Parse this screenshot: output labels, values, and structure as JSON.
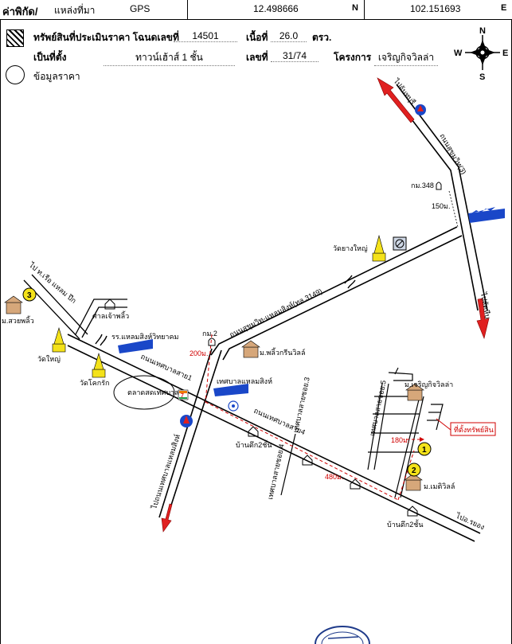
{
  "header": {
    "coord_label": "ค่าพิกัด/",
    "source_label": "แหล่งที่มา",
    "source_value": "GPS",
    "lat_value": "12.498666",
    "lat_dir": "N",
    "lon_value": "102.151693",
    "lon_dir": "E"
  },
  "property": {
    "deed_label": "ทรัพย์สินที่ประเมินราคา โฉนดเลขที่",
    "deed_no": "14501",
    "area_label": "เนื้อที่",
    "area_value": "26.0",
    "area_unit": "ตรว.",
    "type_label": "เป็นที่ตั้ง",
    "type_value": "ทาวน์เฮ้าส์ 1 ชั้น",
    "no_label": "เลขที่",
    "no_value": "31/74",
    "project_label": "โครงการ",
    "project_value": "เจริญกิจวิลล่า",
    "price_info_label": "ข้อมูลราคา"
  },
  "compass": {
    "n": "N",
    "e": "E",
    "s": "S",
    "w": "W"
  },
  "map": {
    "labels": {
      "to_chanthaburi": "ไปจันทบุรี",
      "sukhumvit3": "ถนนสุขุมวิท(3)",
      "km348": "กม.348",
      "d150": "150ม.",
      "to_sattahip": "ไปสัตหีบ",
      "wat_yang_yai": "วัดยางใหญ่",
      "road3149": "ถนนสุขุมวิท-แหลมสิงห์(ทล.3149)",
      "to_laem_sing_pier": "ไป ท.เรือ แหลม ปึก",
      "m_suay_phlio": "ม.สวยพลิ้ว",
      "sala_chao_phlio": "ศาลเจ้าพลิ้ว",
      "wat_yai": "วัดใหญ่",
      "school": "รร.แหลมสิงห์วิทยาคม",
      "km2": "กม.2",
      "d200": "200ม.",
      "m_phlio_green": "ม.พลิ้วกรีนวิลล์",
      "thetsaban1": "ถนนเทศบาลสาย1",
      "wat_khok_rak": "วัดโคกรัก",
      "market": "ตลาดสดเทศบาล",
      "municipality": "เทศบาลแหลมสิงห์",
      "m_charoenkit": "ม.เจริญกิจวิลล่า",
      "thetsaban4": "ถนนเทศบาลสาย4",
      "alley3": "เทศบาลสายซอย.3",
      "alley5": "เทศบาลสายซอย.5",
      "property_tag": "ที่ตั้งทรัพย์สิน",
      "d180": "180ม.",
      "house2_a": "บ้านตึก2ชั้น",
      "alley4": "เทศบาลสายซอย.4",
      "d480": "480ม.",
      "m_metavill": "ม.เมติวิลล์",
      "house2_b": "บ้านตึก2ชั้น",
      "to_rayong": "ไปอ.รยอง",
      "to_thetsaban_laemsing": "ไปถนนเทศบาลแหลมสิงห์",
      "marker1": "1",
      "marker2": "2",
      "marker3": "3",
      "seven_eleven": "7"
    }
  },
  "colors": {
    "road": "#000000",
    "arrow": "#e02020",
    "distance": "#d00000",
    "gas": "#1a47c8",
    "marker": "#f4e21a",
    "stamp": "#1e3a8a"
  },
  "icons": [
    "compass-icon",
    "gas-station-icon",
    "temple-icon",
    "shrine-icon",
    "house-icon",
    "village-icon",
    "factory-icon",
    "km-marker-icon",
    "seven-eleven-icon",
    "school-icon",
    "stamp-icon"
  ]
}
